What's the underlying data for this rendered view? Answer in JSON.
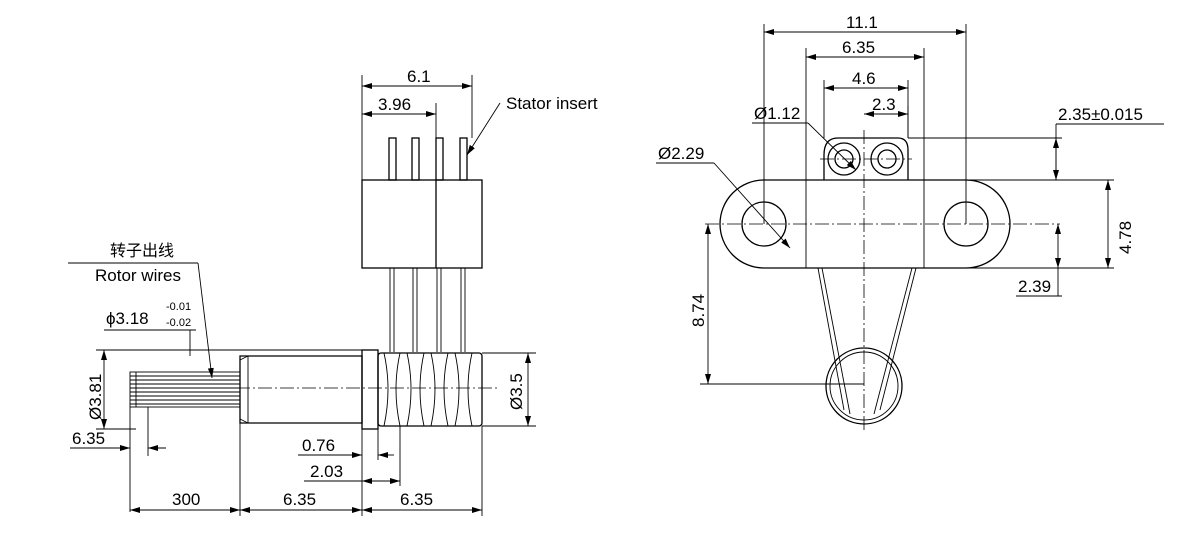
{
  "left_view": {
    "dim_top_width": "6.1",
    "dim_pin_spacing": "3.96",
    "stator_label": "Stator insert",
    "rotor_label_cn": "转子出线",
    "rotor_label_en": "Rotor wires",
    "shaft_dia_main": "ϕ3.18",
    "shaft_dia_tol_upper": "-0.01",
    "shaft_dia_tol_lower": "-0.02",
    "dia_left": "Ø3.81",
    "dia_right": "Ø3.5",
    "dim_wire_end": "6.35",
    "dim_076": "0.76",
    "dim_203": "2.03",
    "dim_300": "300",
    "dim_635_a": "6.35",
    "dim_635_b": "6.35"
  },
  "right_view": {
    "dim_111": "11.1",
    "dim_635": "6.35",
    "dim_46": "4.6",
    "dim_23": "2.3",
    "dim_d112": "Ø1.12",
    "dim_d229": "Ø2.29",
    "dim_235": "2.35±0.015",
    "dim_478": "4.78",
    "dim_239": "2.39",
    "dim_874": "8.74"
  }
}
